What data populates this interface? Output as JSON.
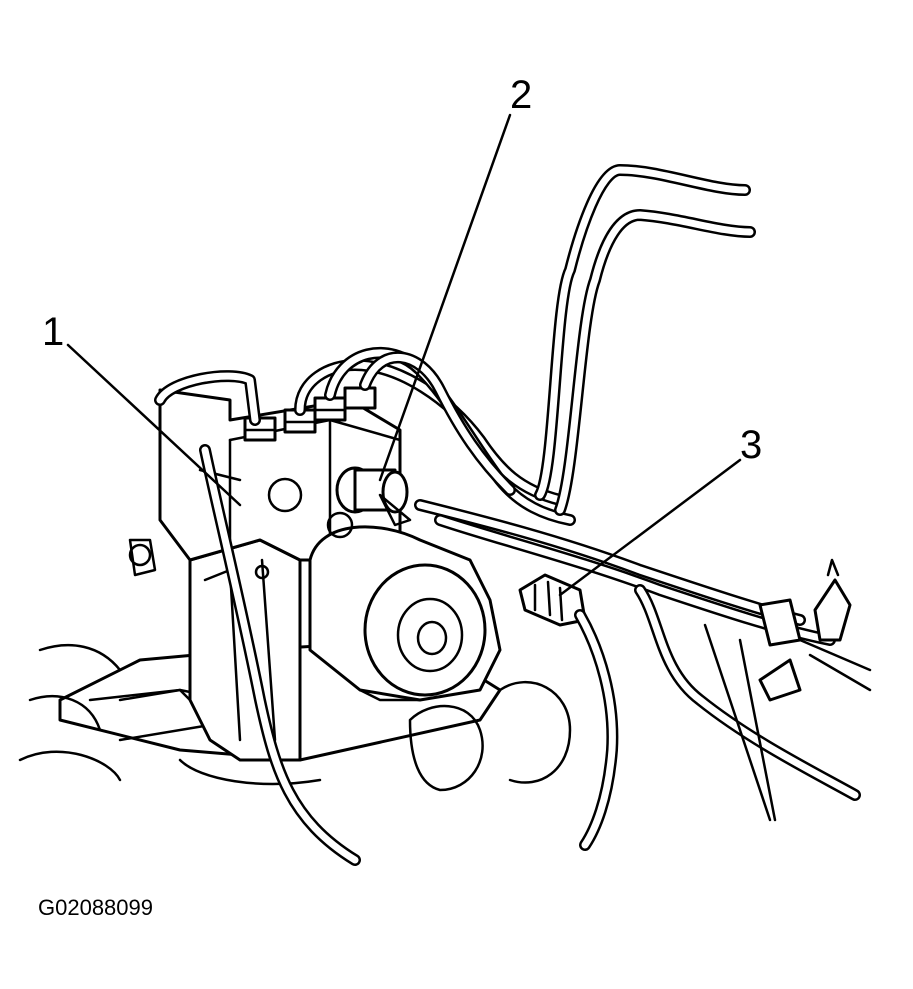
{
  "callouts": [
    {
      "id": "1",
      "label": "1"
    },
    {
      "id": "2",
      "label": "2"
    },
    {
      "id": "3",
      "label": "3"
    }
  ],
  "figure_id": "G02088099"
}
